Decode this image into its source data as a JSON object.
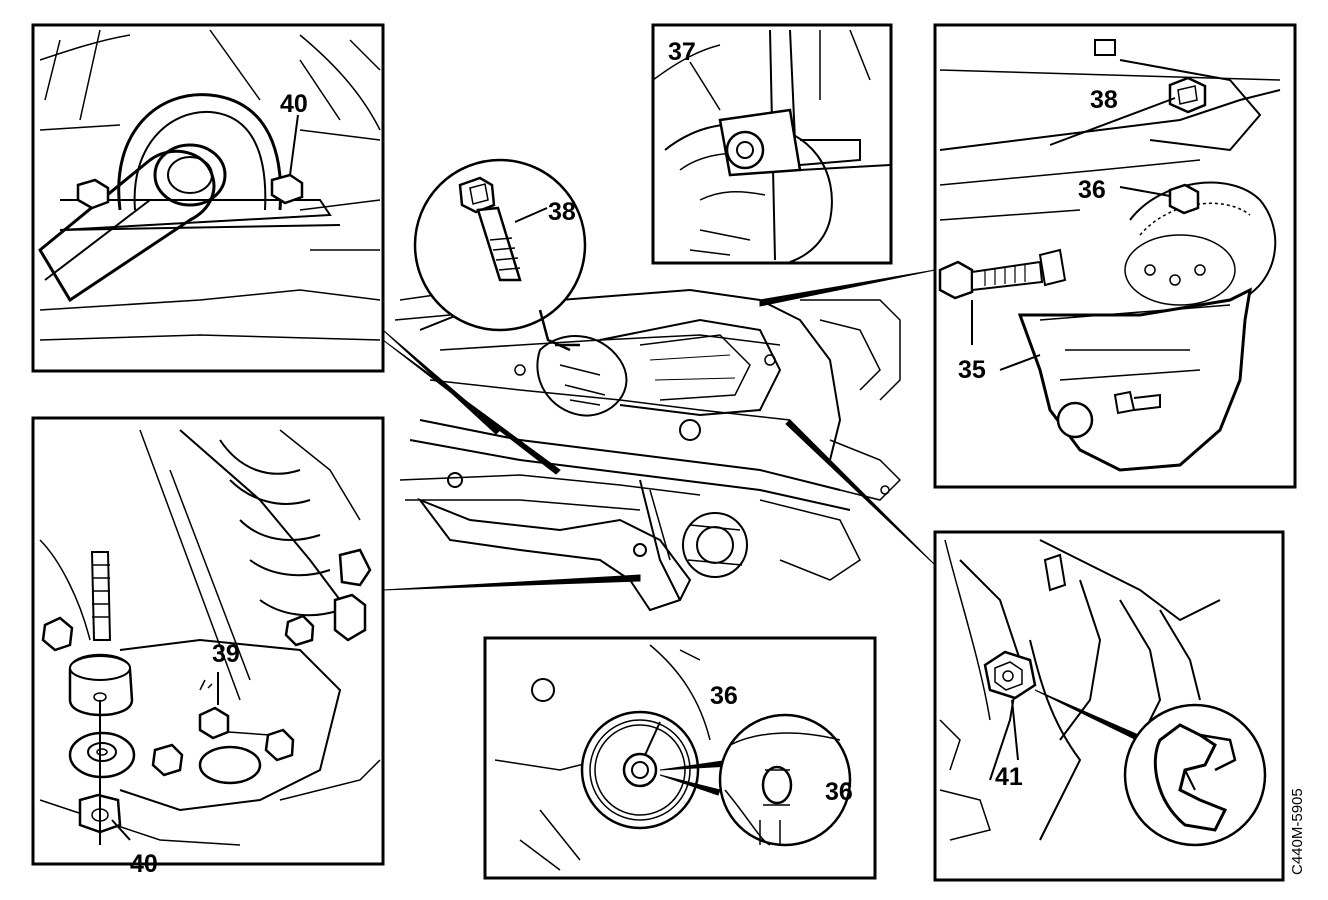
{
  "figure_code": "C440M-5905",
  "callouts": {
    "c35": "35",
    "c36_top": "36",
    "c36_center": "36",
    "c36_zoom": "36",
    "c37": "37",
    "c38_top": "38",
    "c38_right": "38",
    "c39": "39",
    "c40_top": "40",
    "c40_bottom": "40",
    "c41": "41"
  },
  "colors": {
    "ink": "#000000",
    "paper": "#ffffff"
  },
  "icons": [
    "bolt",
    "nut",
    "bushing",
    "washer",
    "pulley",
    "retaining-clip",
    "stabilizer-bar-clamp"
  ]
}
